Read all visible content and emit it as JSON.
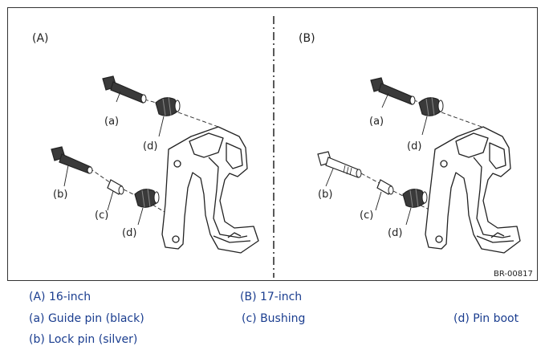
{
  "panels": {
    "a_label": "(A)",
    "b_label": "(B)"
  },
  "callouts": {
    "a": "(a)",
    "b": "(b)",
    "c": "(c)",
    "d": "(d)"
  },
  "figure_code": "BR-00817",
  "legend": {
    "A": "(A)  16-inch",
    "B": "(B)  17-inch",
    "a": "(a)  Guide pin (black)",
    "c": "(c)  Bushing",
    "d": "(d)  Pin boot",
    "b": "(b)  Lock pin (silver)"
  },
  "colors": {
    "legend_text": "#1a3d8f",
    "line": "#222222",
    "pin_black_fill": "#3a3a3a",
    "pin_silver_fill": "#ffffff"
  }
}
